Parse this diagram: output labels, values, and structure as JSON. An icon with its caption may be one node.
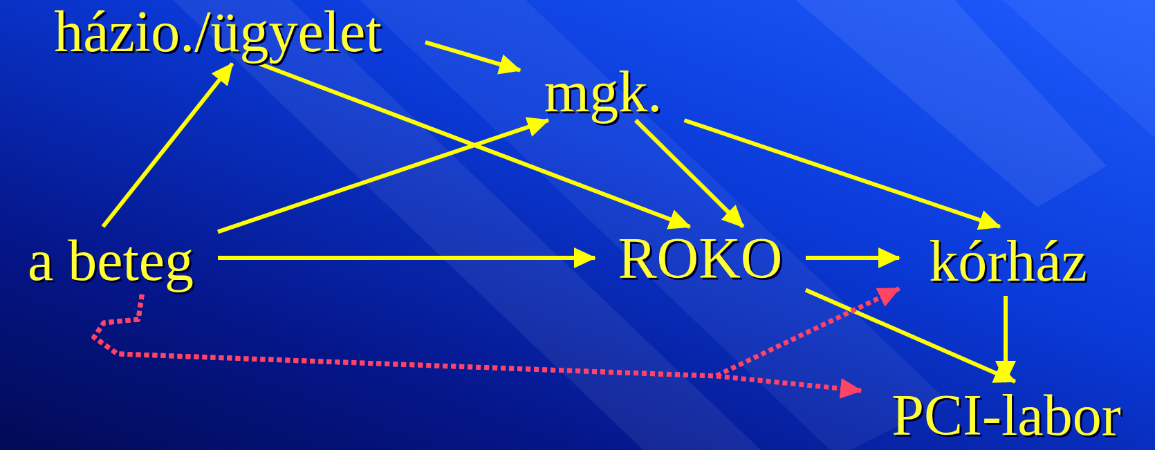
{
  "diagram": {
    "nodes": [
      {
        "text": [
          "házio./ügyelet"
        ]
      },
      {
        "text": [
          "mgk."
        ]
      },
      {
        "text": [
          "a beteg"
        ]
      },
      {
        "text": [
          "ROKO"
        ]
      },
      {
        "text": [
          "kórház"
        ]
      },
      {
        "text": [
          "PCI-labor"
        ]
      }
    ],
    "edges": [
      {
        "from": 0,
        "to": 1,
        "arrow": "to"
      },
      {
        "from": 2,
        "to": 0,
        "arrow": "to"
      },
      {
        "from": 0,
        "to": 3,
        "arrow": "to"
      },
      {
        "from": 2,
        "to": 1,
        "arrow": "to"
      },
      {
        "from": 2,
        "to": 3,
        "arrow": "to"
      },
      {
        "from": 1,
        "to": 3,
        "arrow": "to"
      },
      {
        "from": 1,
        "to": 4,
        "arrow": "to"
      },
      {
        "from": 3,
        "to": 4,
        "arrow": "to"
      },
      {
        "from": 3,
        "to": 5,
        "arrow": "to"
      },
      {
        "from": 4,
        "to": 5,
        "arrow": "to"
      },
      {
        "from": 2,
        "to": 4,
        "arrow": "to",
        "style": "dashed",
        "color": "#ff4466"
      },
      {
        "from": 2,
        "to": 5,
        "arrow": "to",
        "style": "dashed",
        "color": "#ff4466"
      }
    ]
  }
}
